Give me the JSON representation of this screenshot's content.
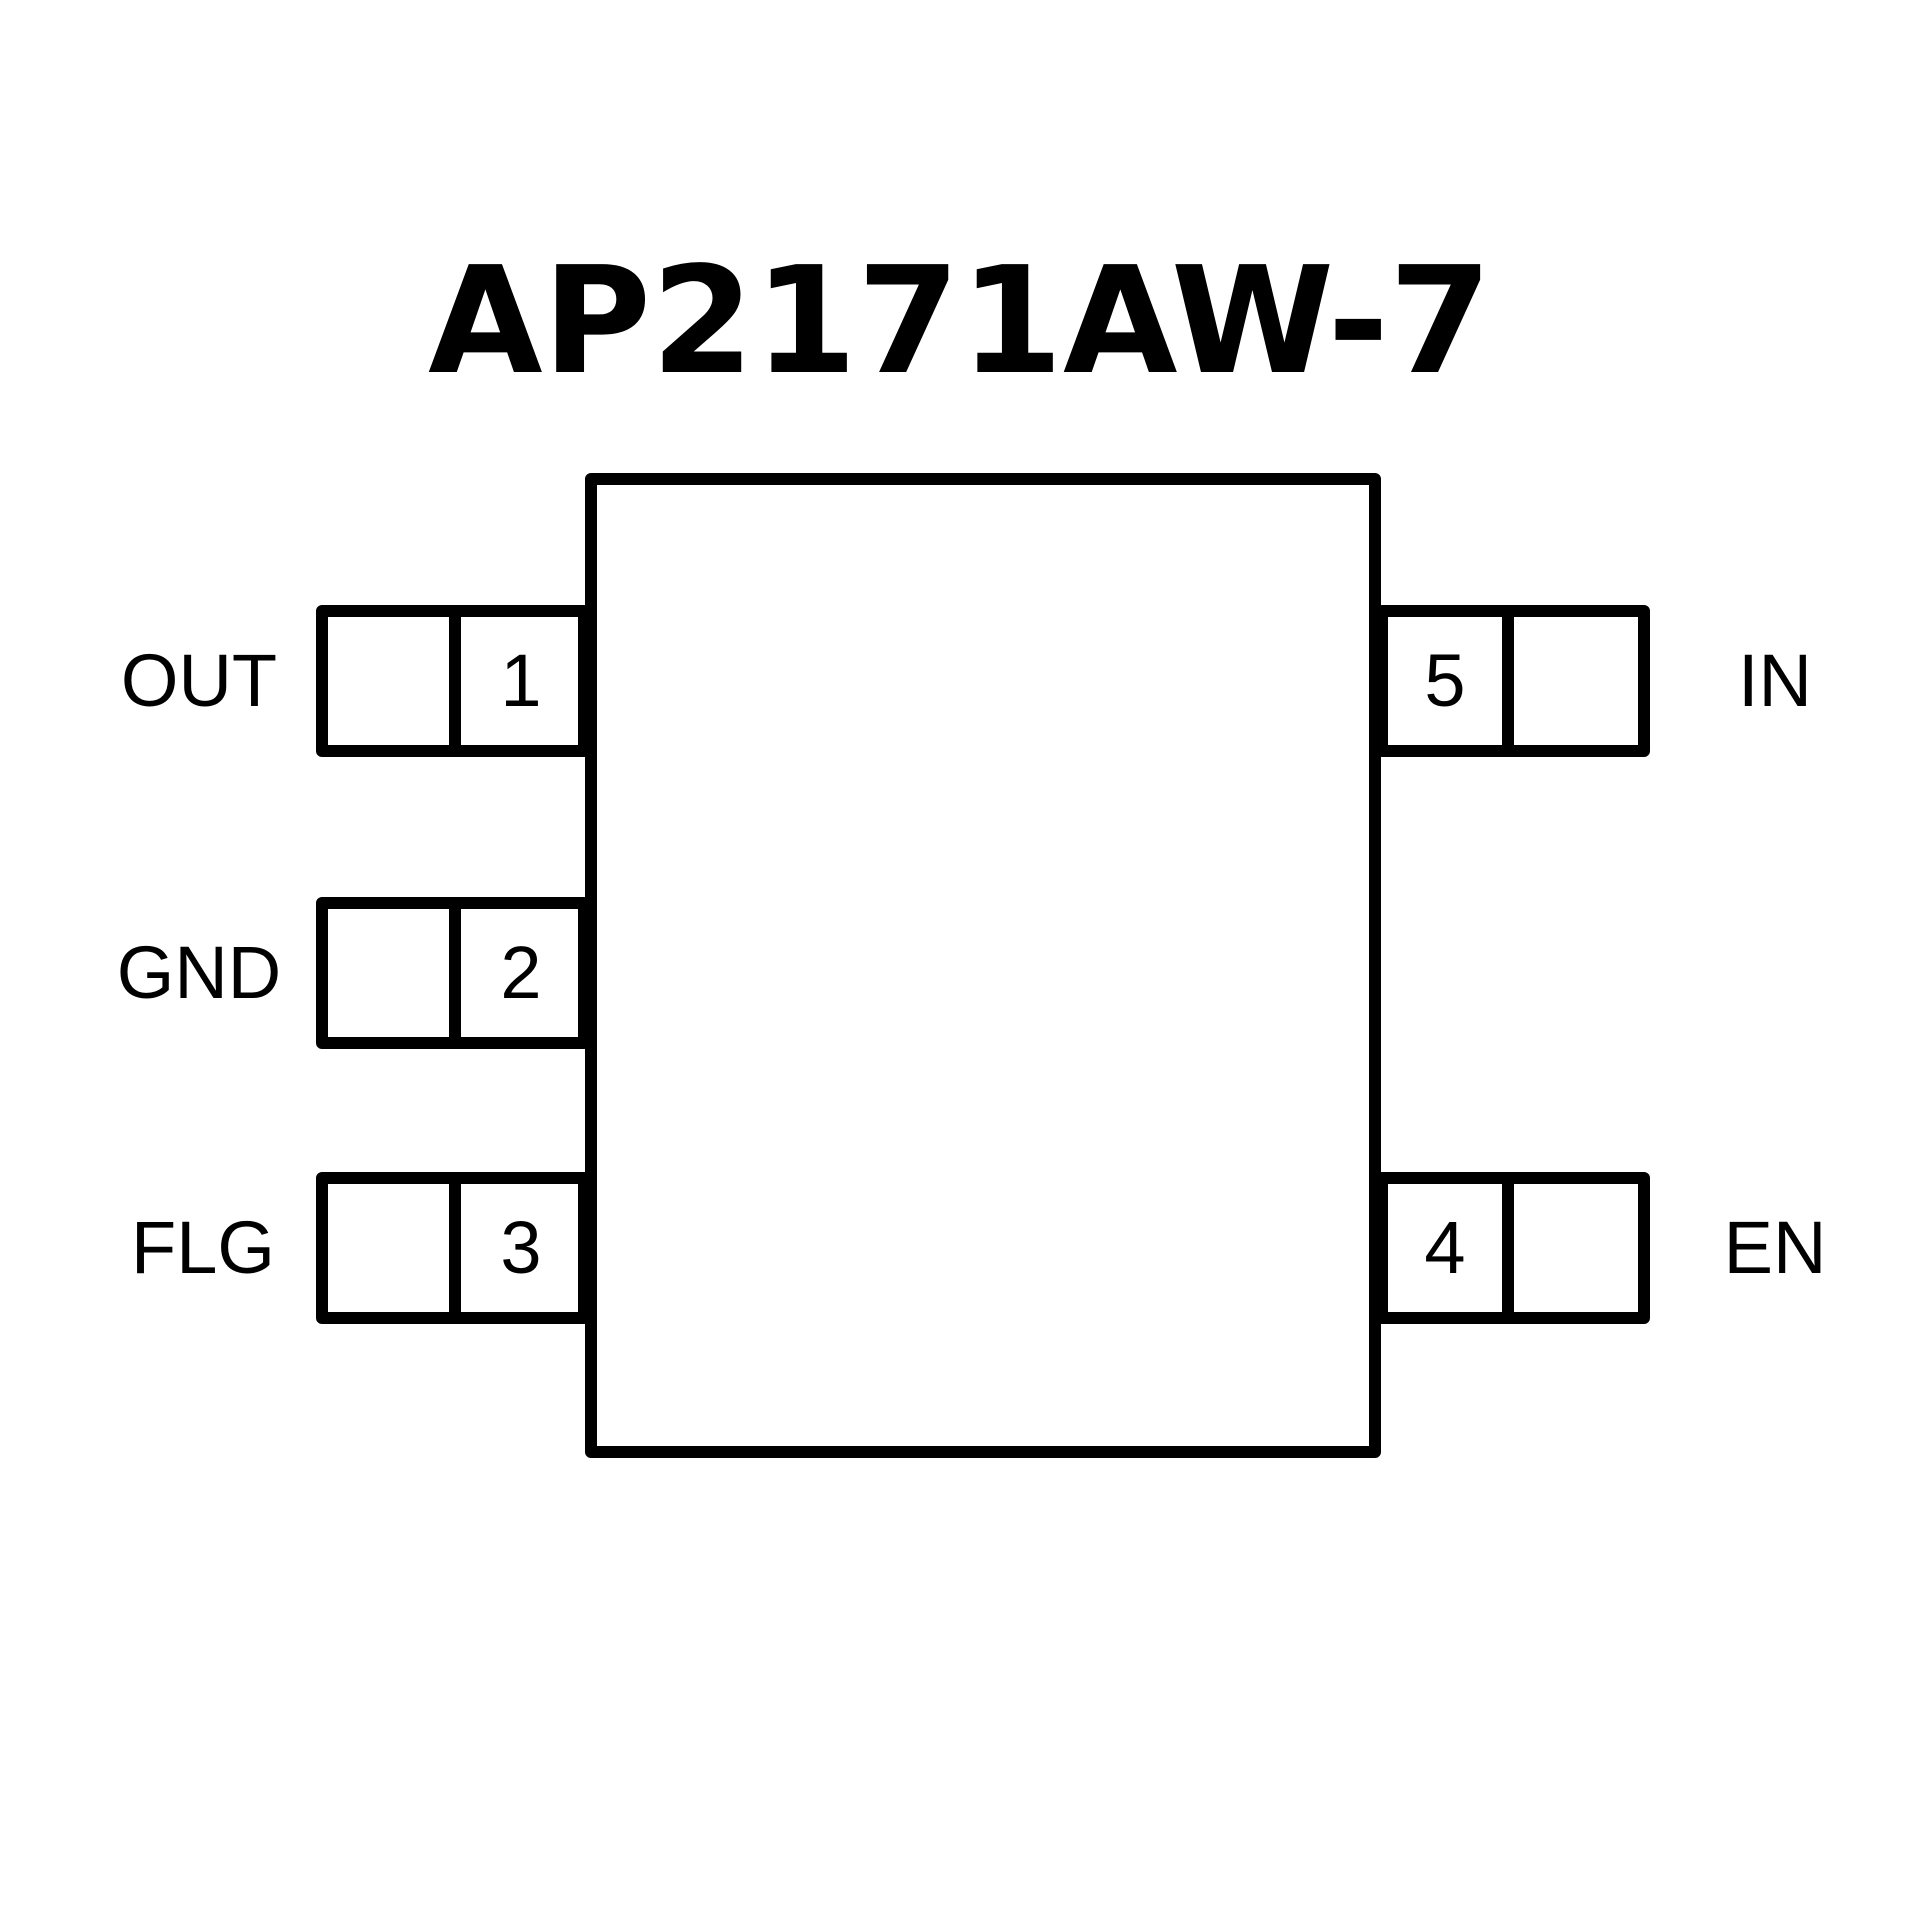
{
  "title": "AP2171AW-7",
  "pins": [
    {
      "number": "1",
      "name": "OUT",
      "side": "left"
    },
    {
      "number": "2",
      "name": "GND",
      "side": "left"
    },
    {
      "number": "3",
      "name": "FLG",
      "side": "left"
    },
    {
      "number": "4",
      "name": "EN",
      "side": "right"
    },
    {
      "number": "5",
      "name": "IN",
      "side": "right"
    }
  ],
  "colors": {
    "stroke": "#000000",
    "background": "#ffffff"
  }
}
